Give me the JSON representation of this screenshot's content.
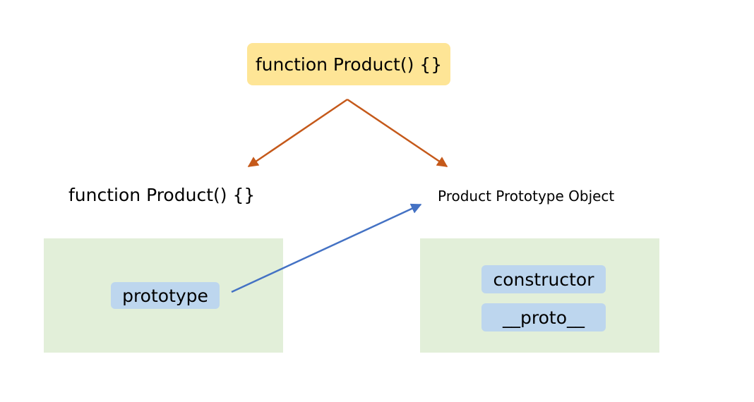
{
  "colors": {
    "background": "#ffffff",
    "constructor_node_fill": "#fee596",
    "panel_fill": "#e2efd9",
    "property_fill": "#bdd6ee",
    "constructor_arrow": "#c5591a",
    "prototype_arrow": "#4472c4",
    "text": "#000000"
  },
  "constructor_node": {
    "label": "function Product() {}"
  },
  "function_object": {
    "caption": "function Product() {}",
    "properties": [
      {
        "label": "prototype"
      }
    ]
  },
  "prototype_object": {
    "caption": "Product Prototype Object",
    "properties": [
      {
        "label": "constructor"
      },
      {
        "label": "__proto__"
      }
    ]
  }
}
